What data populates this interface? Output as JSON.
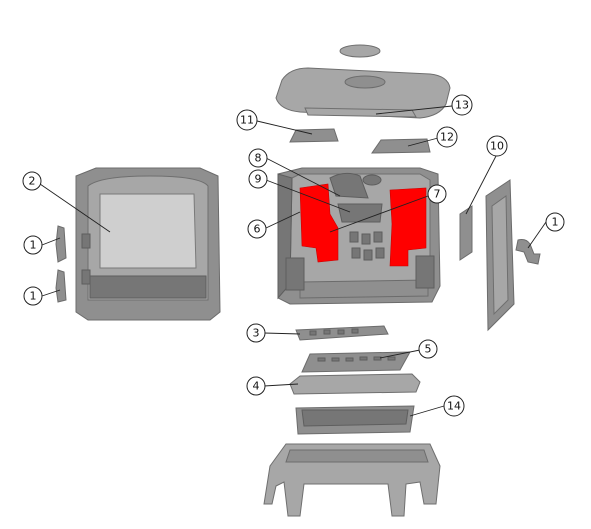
{
  "diagram": {
    "callouts": [
      {
        "id": "c1a",
        "label": "1"
      },
      {
        "id": "c1b",
        "label": "1"
      },
      {
        "id": "c1c",
        "label": "1"
      },
      {
        "id": "c2",
        "label": "2"
      },
      {
        "id": "c3",
        "label": "3"
      },
      {
        "id": "c4",
        "label": "4"
      },
      {
        "id": "c5",
        "label": "5"
      },
      {
        "id": "c6",
        "label": "6"
      },
      {
        "id": "c7",
        "label": "7"
      },
      {
        "id": "c8",
        "label": "8"
      },
      {
        "id": "c9",
        "label": "9"
      },
      {
        "id": "c10",
        "label": "10"
      },
      {
        "id": "c11",
        "label": "11"
      },
      {
        "id": "c12",
        "label": "12"
      },
      {
        "id": "c13",
        "label": "13"
      },
      {
        "id": "c14",
        "label": "14"
      }
    ],
    "highlight_color": "#ff0000",
    "part_color": "#8f8f8f"
  }
}
